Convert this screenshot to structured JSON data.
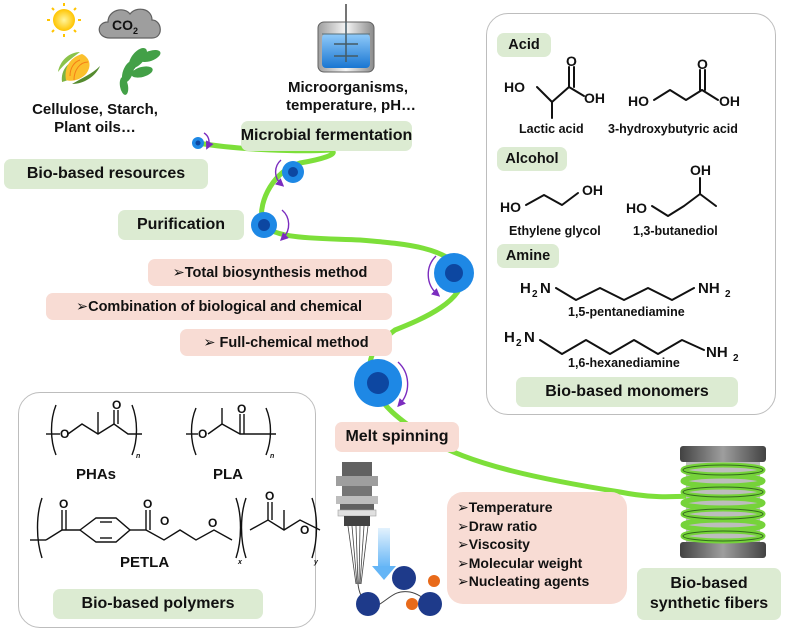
{
  "resources": {
    "co2_label": "CO",
    "co2_sub": "2",
    "caption_line1": "Cellulose, Starch,",
    "caption_line2": "Plant oils…",
    "stage_label": "Bio-based resources"
  },
  "fermentation": {
    "caption_line1": "Microorganisms,",
    "caption_line2": "temperature, pH…",
    "stage_label": "Microbial fermentation"
  },
  "purification": {
    "stage_label": "Purification"
  },
  "methods": [
    "➢Total biosynthesis method",
    "➢Combination of biological and chemical",
    "➢ Full-chemical method"
  ],
  "monomers": {
    "acid_header": "Acid",
    "acid_items": [
      "Lactic acid",
      "3-hydroxybutyric acid"
    ],
    "alcohol_header": "Alcohol",
    "alcohol_items": [
      "Ethylene glycol",
      "1,3-butanediol"
    ],
    "amine_header": "Amine",
    "amine_items": [
      "1,5-pentanediamine",
      "1,6-hexanediamine"
    ],
    "atoms": {
      "ho": "HO",
      "oh": "OH",
      "o": "O",
      "h2n": "H",
      "nh2": "NH",
      "n": "N",
      "two": "2"
    },
    "title": "Bio-based  monomers"
  },
  "polymers": {
    "items": [
      "PHAs",
      "PLA",
      "PETLA"
    ],
    "atom_o": "O",
    "sub_n": "n",
    "sub_x": "x",
    "sub_y": "y",
    "title": "Bio-based polymers"
  },
  "spinning": {
    "stage_label": "Melt spinning",
    "params": [
      "➢Temperature",
      "➢Draw ratio",
      "➢Viscosity",
      "➢Molecular weight",
      "➢Nucleating agents"
    ]
  },
  "fibers": {
    "title_line1": "Bio-based",
    "title_line2": "synthetic fibers"
  },
  "colors": {
    "stage_green": "#dcebd2",
    "method_pink": "#f8dcd4",
    "fiber_green": "#7ddf3a",
    "roller_blue": "#1e88e5",
    "roller_dark": "#0d47a1",
    "roller_accent": "#e86a1a",
    "arrow_purple": "#7b2cbf",
    "sun_yellow": "#ffd600"
  },
  "icons": [
    "sun-icon",
    "co2-cloud-icon",
    "corn-icon",
    "leaf-icon",
    "fermenter-icon",
    "spinneret-icon",
    "bobbin-icon",
    "roller-icon"
  ]
}
